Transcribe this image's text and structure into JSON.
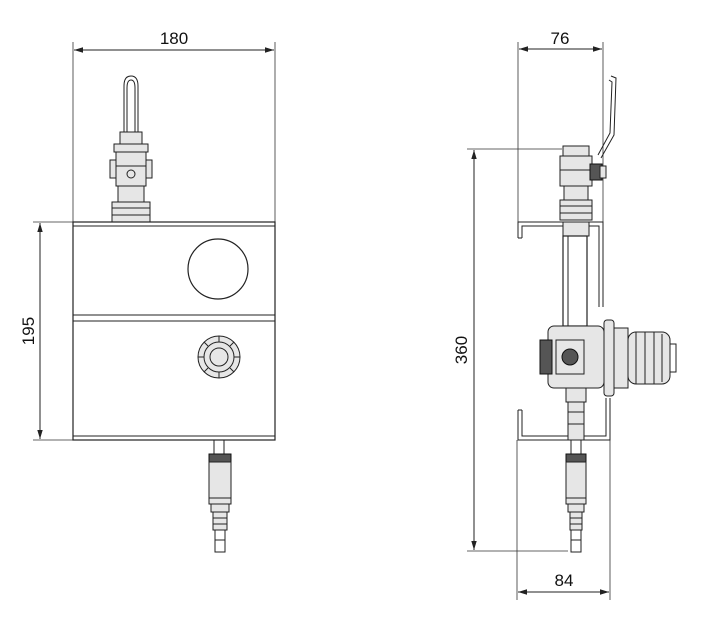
{
  "dimensions": {
    "front_width": "180",
    "front_height": "195",
    "side_top_width": "76",
    "side_overall_height": "360",
    "side_bottom_width": "84"
  }
}
